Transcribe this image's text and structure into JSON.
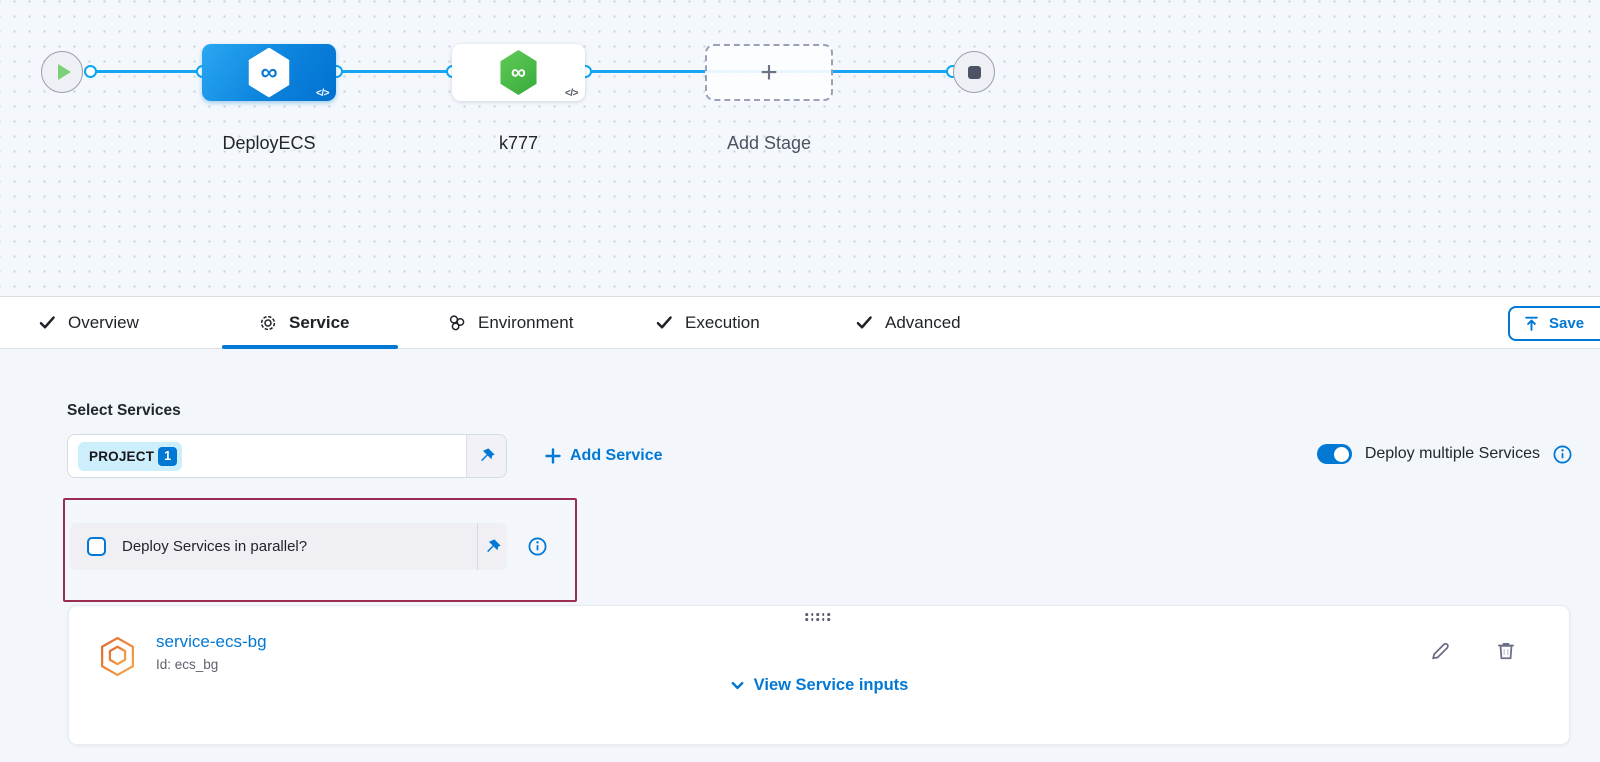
{
  "pipeline": {
    "stages": [
      {
        "name": "DeployECS",
        "kind": "deployment-stage-selected"
      },
      {
        "name": "k777",
        "kind": "deployment-stage"
      },
      {
        "name": "Add Stage",
        "kind": "add-stage-placeholder"
      }
    ],
    "code_icon_text": "</>",
    "logo_glyph": "∞"
  },
  "tabs": {
    "items": [
      {
        "label": "Overview",
        "icon": "check",
        "active": false
      },
      {
        "label": "Service",
        "icon": "gear",
        "active": true
      },
      {
        "label": "Environment",
        "icon": "environment",
        "active": false
      },
      {
        "label": "Execution",
        "icon": "check",
        "active": false
      },
      {
        "label": "Advanced",
        "icon": "check",
        "active": false
      }
    ],
    "save_button_label": "Save"
  },
  "service_panel": {
    "select_services_label": "Select Services",
    "selected_service_chip": "PROJECT",
    "selected_service_count": "1",
    "add_service_label": "Add Service",
    "deploy_multiple_label": "Deploy multiple Services",
    "deploy_multiple_on": true,
    "parallel_checkbox_label": "Deploy Services in parallel?",
    "parallel_checkbox_checked": false
  },
  "service_card": {
    "name": "service-ecs-bg",
    "id_text": "Id: ecs_bg",
    "view_inputs_label": "View Service inputs"
  },
  "colors": {
    "accent_blue": "#0278d5",
    "pipeline_line": "#16a5f3",
    "stage_blue": "#0c84dd",
    "stage_green": "#42ba4a",
    "highlight_maroon": "#9a2d52",
    "chip_cyan": "#cdeefb",
    "canvas_bg": "#f4f8fc",
    "panel_bg": "#f3f7fb",
    "service_icon_orange": "#ee8434"
  }
}
